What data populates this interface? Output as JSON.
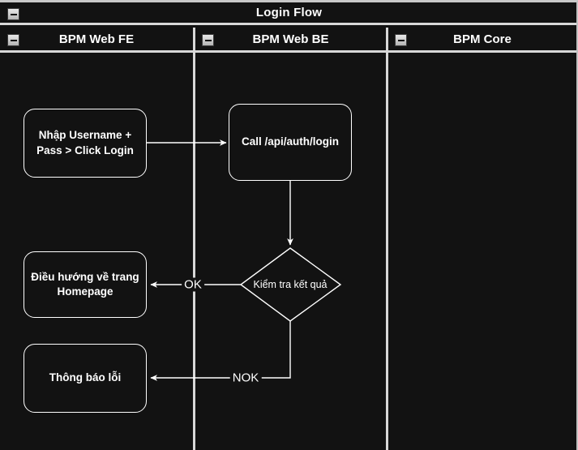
{
  "diagram": {
    "type": "bpmn-swimlane-flowchart",
    "pool_title": "Login Flow",
    "colors": {
      "background": "#121212",
      "stroke": "#ffffff",
      "lane_border": "#d8d8d8",
      "text": "#ffffff",
      "icon_face": "#d0d0d0"
    },
    "lanes": [
      {
        "id": "fe",
        "label": "BPM Web FE",
        "collapse_icon": "minus-box-icon"
      },
      {
        "id": "be",
        "label": "BPM Web BE",
        "collapse_icon": "minus-box-icon"
      },
      {
        "id": "core",
        "label": "BPM Core",
        "collapse_icon": "minus-box-icon"
      }
    ],
    "pool_collapse_icon": "minus-box-icon",
    "nodes": [
      {
        "id": "n1",
        "lane": "fe",
        "shape": "rounded-rectangle",
        "label": "Nhập Username + Pass > Click Login"
      },
      {
        "id": "n2",
        "lane": "be",
        "shape": "rounded-rectangle",
        "label": "Call /api/auth/login"
      },
      {
        "id": "n3",
        "lane": "be",
        "shape": "diamond",
        "label": "Kiểm tra kết quả"
      },
      {
        "id": "n4",
        "lane": "fe",
        "shape": "rounded-rectangle",
        "label": "Điều hướng về trang Homepage"
      },
      {
        "id": "n5",
        "lane": "fe",
        "shape": "rounded-rectangle",
        "label": "Thông báo lỗi"
      }
    ],
    "edges": [
      {
        "id": "e1",
        "from": "n1",
        "to": "n2",
        "label": ""
      },
      {
        "id": "e2",
        "from": "n2",
        "to": "n3",
        "label": ""
      },
      {
        "id": "e3",
        "from": "n3",
        "to": "n4",
        "label": "OK"
      },
      {
        "id": "e4",
        "from": "n3",
        "to": "n5",
        "label": "NOK"
      }
    ]
  }
}
